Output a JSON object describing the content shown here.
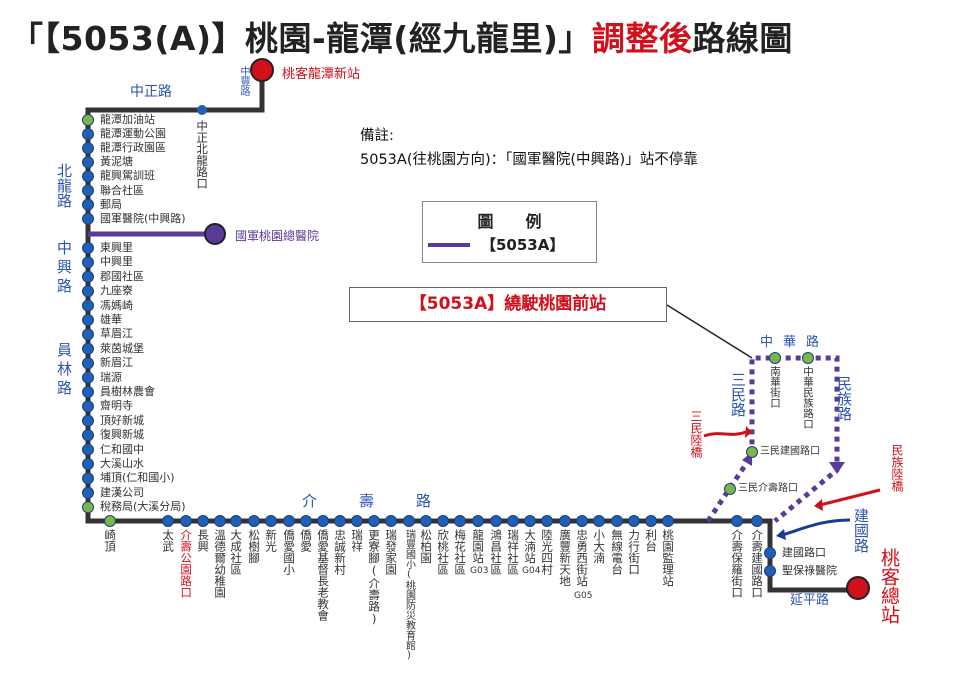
{
  "title": {
    "main": "「【5053(A)】桃園-龍潭(經九龍里)」",
    "accent": "調整後",
    "suffix": "路線圖"
  },
  "colors": {
    "line": "#333333",
    "stop": "#1f5fb5",
    "detour": "#5b3a9a",
    "terminal": "#d0101b",
    "road": "#2c55b0"
  },
  "note": {
    "heading": "備註:",
    "text": "5053A(往桃園方向)：「國軍醫院(中興路)」站不停靠"
  },
  "legend": {
    "heading": "圖　　例",
    "item": "【5053A】"
  },
  "callout": "【5053A】繞駛桃園前站",
  "terminals": {
    "start": "桃客龍潭新站",
    "end": "桃客總站",
    "branch": "國軍桃園總醫院"
  },
  "roads": {
    "zhongzheng": "中正路",
    "zhongfeng": "中豐路",
    "beilong": "北龍路",
    "zhongxing": "中興路",
    "yuanlin": "員林路",
    "jieshou": "介壽路",
    "zhonghua": "中華路",
    "sanmin": "三民路",
    "minzu": "民族路",
    "jianguo": "建國路",
    "yanping": "延平路",
    "sanmin_bridge": "三民陸橋",
    "minzu_bridge": "民族陸橋"
  },
  "top_stop": "中正北龍路口",
  "left_stops": [
    "龍潭加油站",
    "龍潭運動公園",
    "龍潭行政園區",
    "黃泥塘",
    "龍興駕訓班",
    "聯合社區",
    "郵局",
    "國軍醫院(中興路)",
    "東興里",
    "中興里",
    "郡國社區",
    "九座寮",
    "馮媽崎",
    "雄華",
    "草眉江",
    "萊茵城堡",
    "新眉江",
    "瑞源",
    "員樹林農會",
    "齋明寺",
    "頂好新城",
    "復興新城",
    "仁和國中",
    "大溪山水",
    "埔頂(仁和國小)",
    "建漢公司",
    "稅務局(大溪分局)"
  ],
  "bottom_stops": [
    "崎頂",
    "太武",
    "介壽公園路口",
    "長興",
    "溫德爾幼稚園",
    "大成社區",
    "松樹腳",
    "新光",
    "僑愛國小",
    "僑愛",
    "僑愛基督長老教會",
    "忠誠新村",
    "瑞祥",
    "更寮腳(介壽路)",
    "瑞發家園",
    "瑞豐國小(桃園防災教育館)",
    "松柏園",
    "欣桃社區",
    "梅花社區",
    "龍園站",
    "鴻昌社區",
    "瑞祥社區",
    "大湳站",
    "陸光四村",
    "廣豐新天地",
    "忠勇西街站",
    "小大湳",
    "無線電台",
    "力行街口",
    "利台",
    "桃園監理站",
    "介壽保羅街口",
    "介壽建國路口"
  ],
  "station_codes": {
    "龍園站": "G03",
    "大湳站": "G04",
    "忠勇西街站": "G05"
  },
  "right_stops": [
    "建國路口",
    "聖保祿醫院"
  ],
  "detour_stops": [
    "南華街口",
    "中華民族路口",
    "三民建國路口",
    "三民介壽路口"
  ]
}
